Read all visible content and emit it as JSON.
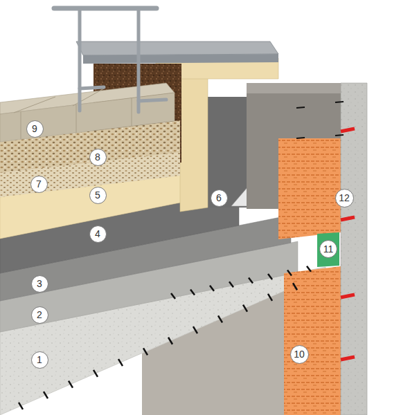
{
  "diagram": {
    "nodes": [
      {
        "text": [
          "9"
        ]
      },
      {
        "text": [
          "8"
        ]
      },
      {
        "text": [
          "7"
        ]
      },
      {
        "text": [
          "5"
        ]
      },
      {
        "text": [
          "6"
        ]
      },
      {
        "text": [
          "12"
        ]
      },
      {
        "text": [
          "11"
        ]
      },
      {
        "text": [
          "4"
        ]
      },
      {
        "text": [
          "3"
        ]
      },
      {
        "text": [
          "2"
        ]
      },
      {
        "text": [
          "10"
        ]
      },
      {
        "text": [
          "1"
        ]
      }
    ]
  }
}
